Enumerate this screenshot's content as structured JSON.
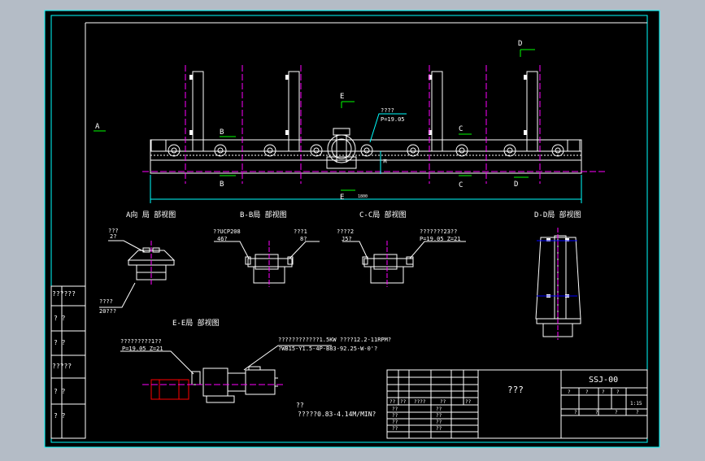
{
  "colors": {
    "background": "#b4bcc6",
    "sheet": "#000000",
    "outline": "#00ffff",
    "part": "#ffffff",
    "text": "#ffffff",
    "center_line": "#ff00ff",
    "section": "#00ff00",
    "dimension": "#00ffff",
    "hatch": "#ff0000",
    "marker": "#0000ff"
  },
  "main_view": {
    "labels": {
      "a": "A",
      "b_top": "B",
      "b_bottom": "B",
      "c_top": "C",
      "c_bottom": "C",
      "d_top": "D",
      "d_bottom": "D",
      "e_top": "E",
      "e_bottom": "E",
      "chain_note": "????",
      "chain_pitch": "P=19.05",
      "height_dim": "高",
      "length_dim": "1800"
    }
  },
  "sections": {
    "a": {
      "title": "A向 局 部视图",
      "note1": "???",
      "note2": "2?",
      "note3": "????",
      "note4": "20???"
    },
    "b": {
      "title": "B-B局 部视图",
      "note1": "??UCP208",
      "note2": "46?",
      "note3": "???1",
      "note4": "8?"
    },
    "c": {
      "title": "C-C局 部视图",
      "note1": "????2",
      "note2": "J5?",
      "note3": "???????23??",
      "note4": "P=19.05 Z=21"
    },
    "d": {
      "title": "D-D局 部视图"
    },
    "e": {
      "title": "E-E局 部视图",
      "note1": "?????????1??",
      "note2": "P=19.05 Z=21",
      "motor1": "????????????1.5KW ????12.2-11RPM?",
      "motor2": "?WB15-Y1.5-4P-B83-92.25-W-0'?"
    }
  },
  "footnote": {
    "line1": "??",
    "line2": "?????0.83-4.14M/MIN?"
  },
  "left_block": [
    "??????",
    "?  ?",
    "?  ?",
    "?????",
    "?  ?",
    "?  ?"
  ],
  "title_block": {
    "name": "???",
    "code": "SSJ-00",
    "scale": "1:15",
    "r1": [
      "?",
      "?",
      "?",
      "?"
    ],
    "bottom": [
      "?",
      "?",
      "?",
      "?"
    ],
    "signatures": [
      [
        "??",
        "??",
        "????",
        "??",
        "??"
      ],
      [
        "??",
        "??"
      ],
      [
        "??",
        "??"
      ],
      [
        "??",
        "??"
      ],
      [
        "??",
        "??"
      ]
    ]
  }
}
